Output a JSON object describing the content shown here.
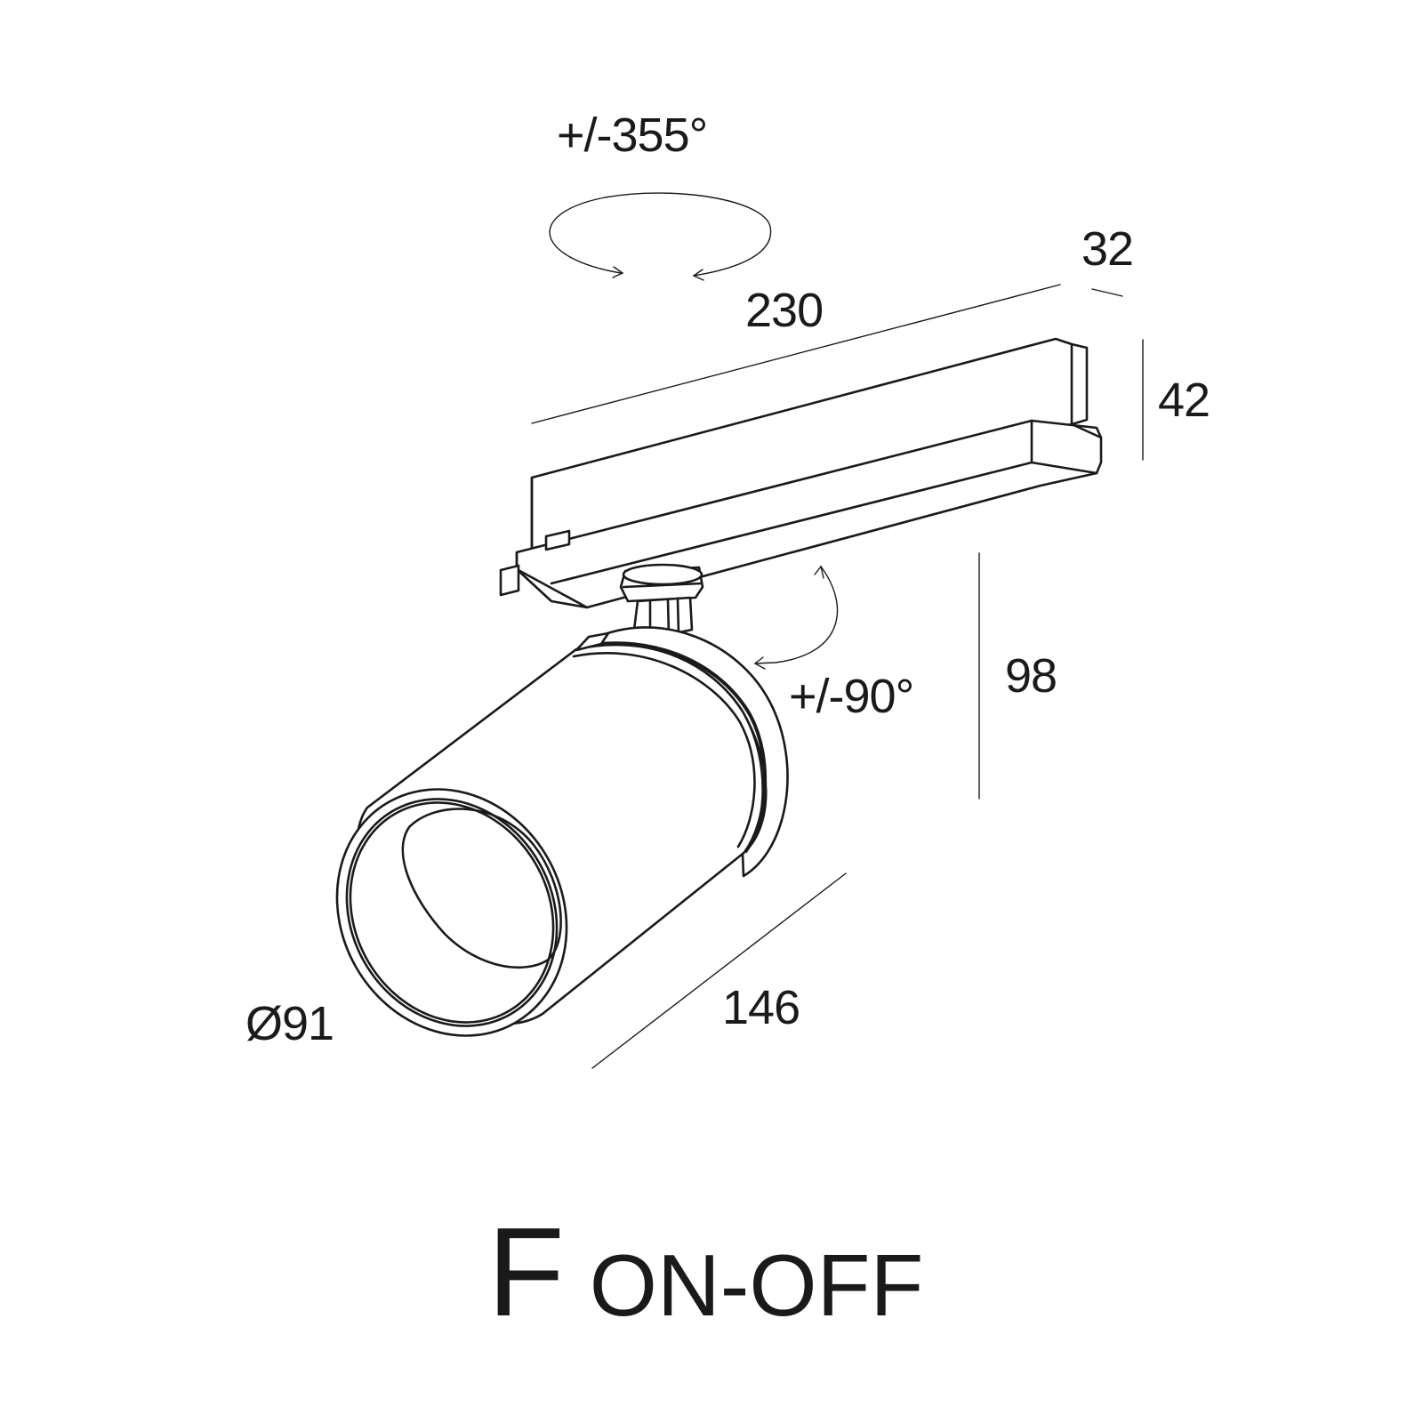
{
  "title": {
    "letter": "F",
    "subtitle": "ON-OFF"
  },
  "dimensions": {
    "rotation_horizontal": "+/-355°",
    "track_width": "32",
    "track_length": "230",
    "track_height": "42",
    "rotation_vertical": "+/-90°",
    "height": "98",
    "diameter": "Ø91",
    "body_length": "146"
  }
}
